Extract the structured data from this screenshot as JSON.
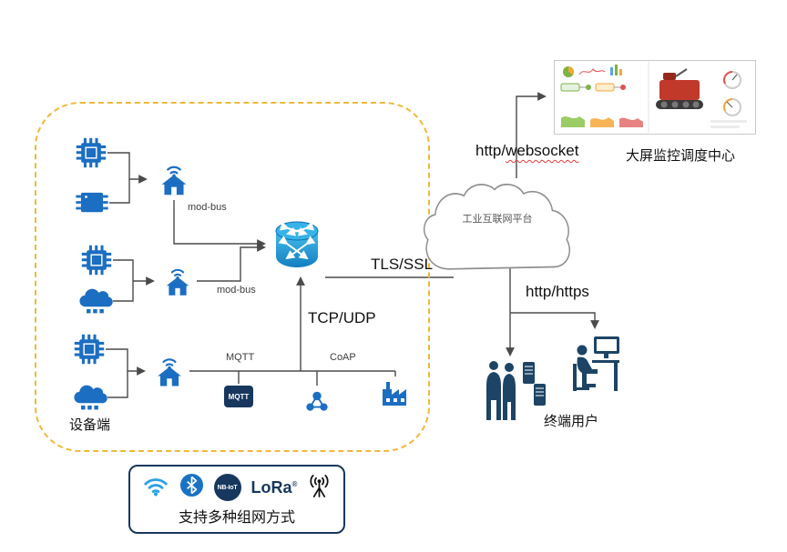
{
  "device_zone": {
    "label": "设备端",
    "modbus_top": "mod-bus",
    "modbus_mid": "mod-bus",
    "mqtt_label": "MQTT",
    "coap_label": "CoAP",
    "mqtt_box_label": "MQTT"
  },
  "connections": {
    "tcp_udp": "TCP/UDP",
    "tls_ssl": "TLS/SSL",
    "http_ws_prefix": "http/",
    "http_ws_word": "websocket",
    "http_https": "http/https"
  },
  "platform": {
    "label": "工业互联网平台"
  },
  "monitor_center": {
    "label": "大屏监控调度中心"
  },
  "end_users": {
    "label": "终端用户"
  },
  "network_modes": {
    "label": "支持多种组网方式",
    "nbiot_text": "NB-IoT",
    "lora_text": "LoRa",
    "lora_mark": "®"
  },
  "colors": {
    "zone_border": "#EFB83A",
    "device_blue": "#1B6EC2",
    "router_blue": "#2AA7DE",
    "navy": "#1D4465",
    "box_border": "#17375E",
    "line": "#4A4A4A",
    "squiggle_red": "#E23B3B"
  }
}
